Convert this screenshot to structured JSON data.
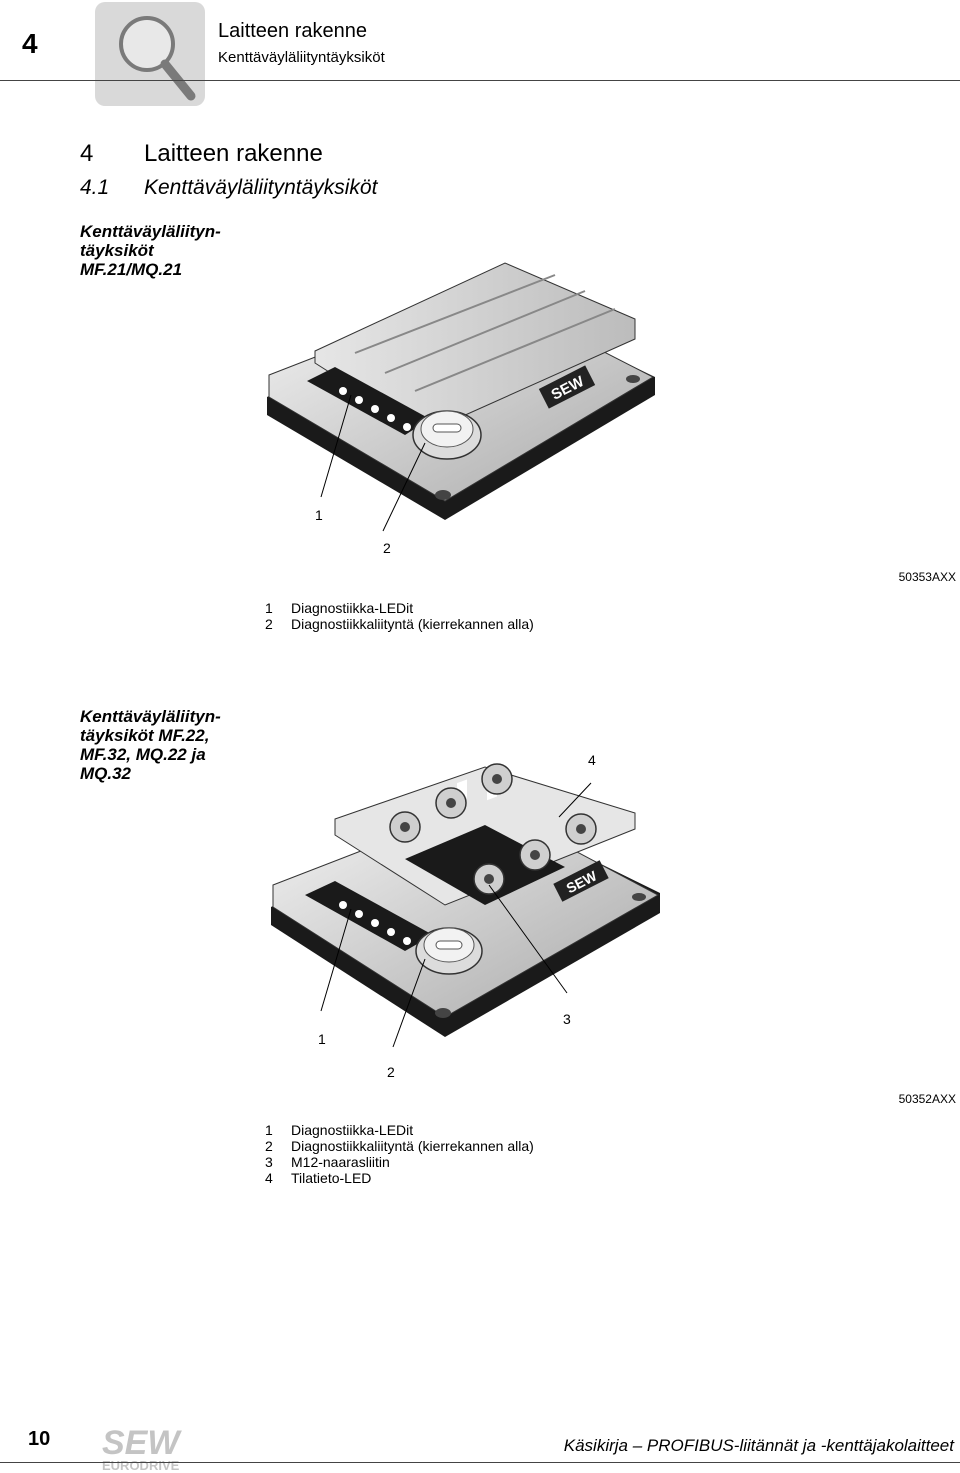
{
  "header": {
    "chapter_number": "4",
    "title": "Laitteen rakenne",
    "subtitle": "Kenttäväyläliityntäyksiköt"
  },
  "headings": {
    "h1_number": "4",
    "h1_text": "Laitteen rakenne",
    "h2_number": "4.1",
    "h2_text": "Kenttäväyläliityntäyksiköt"
  },
  "section1": {
    "side_heading_lines": [
      "Kenttäväyläliityn-",
      "täyksiköt",
      "MF.21/MQ.21"
    ],
    "callouts": [
      "1",
      "2"
    ],
    "figure_code": "50353AXX",
    "legend": [
      {
        "num": "1",
        "text": "Diagnostiikka-LEDit"
      },
      {
        "num": "2",
        "text": "Diagnostiikkaliityntä (kierrekannen alla)"
      }
    ]
  },
  "section2": {
    "side_heading_lines": [
      "Kenttäväyläliityn-",
      "täyksiköt MF.22,",
      "MF.32, MQ.22 ja",
      "MQ.32"
    ],
    "callouts": [
      "1",
      "2",
      "3",
      "4"
    ],
    "figure_code": "50352AXX",
    "legend": [
      {
        "num": "1",
        "text": "Diagnostiikka-LEDit"
      },
      {
        "num": "2",
        "text": "Diagnostiikkaliityntä (kierrekannen alla)"
      },
      {
        "num": "3",
        "text": "M12-naarasliitin"
      },
      {
        "num": "4",
        "text": "Tilatieto-LED"
      }
    ]
  },
  "logo_text": "SEW",
  "footer": {
    "page_number": "10",
    "logo_top": "SEW",
    "logo_bottom": "EURODRIVE",
    "text": "Käsikirja – PROFIBUS-liitännät ja -kenttäjakolaitteet"
  }
}
